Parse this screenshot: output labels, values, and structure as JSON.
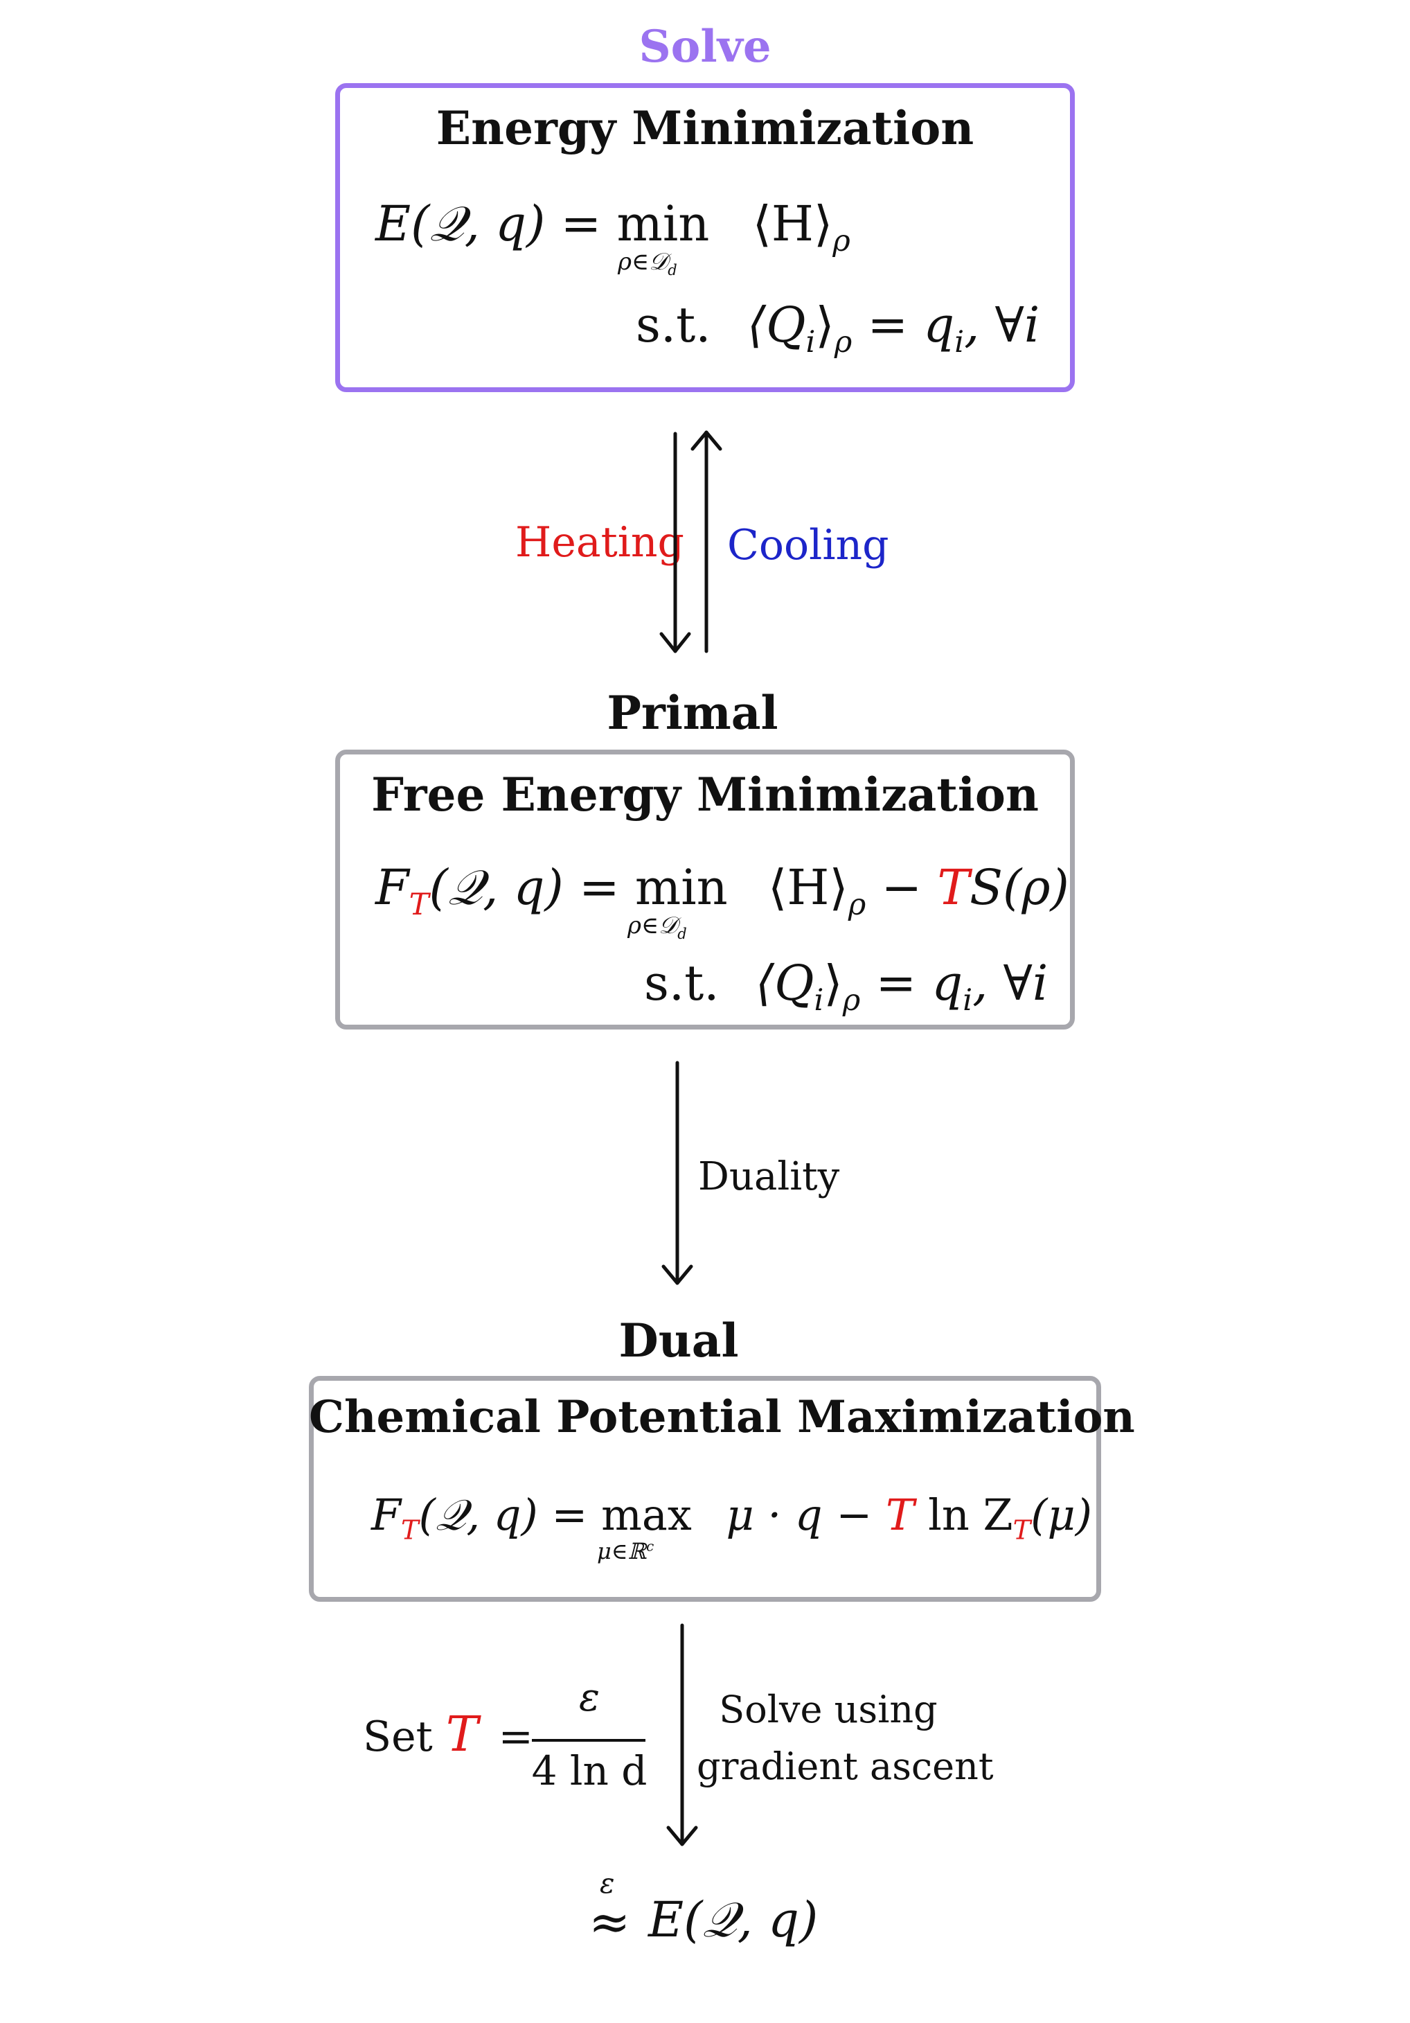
{
  "solve_label": "Solve",
  "energy_box": {
    "title": "Energy Minimization",
    "line1_lhs": "E(𝒬, q)",
    "line1_op": "min",
    "line1_under": "ρ∈𝒟",
    "line1_under_sub": "d",
    "line1_rhs": "⟨H⟩",
    "line1_rhs_sub": "ρ",
    "line2": "s.t.",
    "line2_rhs": "⟨Q",
    "line2_rhs_i": "i",
    "line2_rhs_close": "⟩",
    "line2_rhs_sub": "ρ",
    "line2_rhs_eq": "= q",
    "line2_rhs_qsub": "i",
    "line2_rhs_tail": ", ∀i"
  },
  "heating_label": "Heating",
  "cooling_label": "Cooling",
  "primal_label": "Primal",
  "free_box": {
    "title": "Free Energy Minimization",
    "lhs_F": "F",
    "lhs_T": "T",
    "lhs_rest": "(𝒬, q)",
    "op": "min",
    "under": "ρ∈𝒟",
    "under_sub": "d",
    "rhs_a": "⟨H⟩",
    "rhs_a_sub": "ρ",
    "rhs_minus": " − ",
    "rhs_T": "T",
    "rhs_S": "S(ρ)",
    "line2": "s.t.",
    "line2_rhs": "⟨Q",
    "line2_rhs_i": "i",
    "line2_rhs_close": "⟩",
    "line2_rhs_sub": "ρ",
    "line2_rhs_eq": "= q",
    "line2_rhs_qsub": "i",
    "line2_rhs_tail": ", ∀i"
  },
  "duality_label": "Duality",
  "dual_label": "Dual",
  "chem_box": {
    "title": "Chemical Potential Maximization",
    "lhs_F": "F",
    "lhs_T": "T",
    "lhs_rest": "(𝒬, q)",
    "op": "max",
    "under": "μ∈ℝ",
    "under_sup": "c",
    "rhs_a": "μ · q − ",
    "rhs_T": "T",
    "rhs_ln": " ln Z",
    "rhs_ZT": "T",
    "rhs_tail": "(μ)"
  },
  "set_T": {
    "set": "Set",
    "T": "T",
    "eq": "=",
    "num": "ε",
    "den": "4 ln d"
  },
  "solve_using_line1": "Solve using",
  "solve_using_line2": "gradient ascent",
  "result": {
    "approx_eps": "ε",
    "approx": "≈",
    "expr": "E(𝒬, q)"
  },
  "colors": {
    "solve_purple": "#9b73f0",
    "box_purple": "#9b73f0",
    "box_gray": "#a7a7ad",
    "heating_red": "#e01b1b",
    "cooling_blue": "#1c25c9"
  }
}
